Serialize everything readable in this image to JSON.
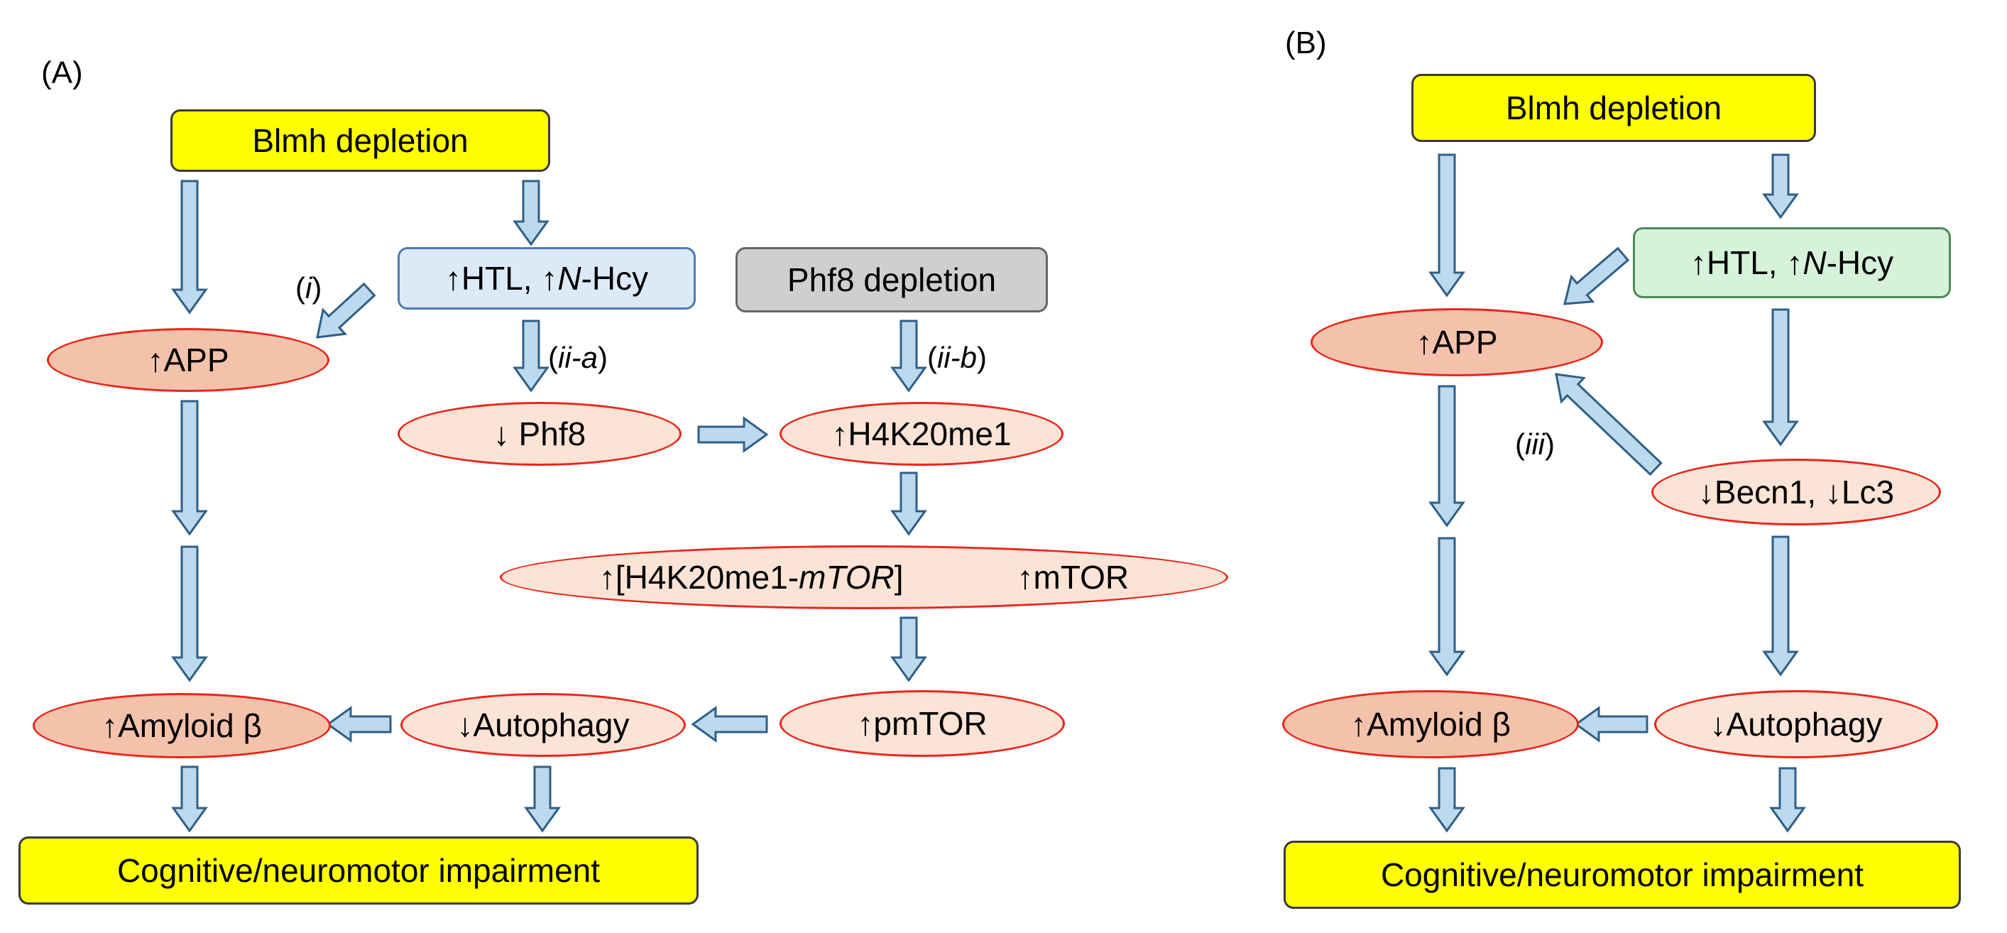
{
  "panel_a": {
    "label": "(A)",
    "blmh": "Blmh depletion",
    "htl_pre": "↑HTL, ↑",
    "htl_n": "N",
    "htl_post": "-Hcy",
    "phf8_dep": "Phf8 depletion",
    "app": "↑APP",
    "phf8": "↓ Phf8",
    "h4k": "↑H4K20me1",
    "h4k_mtor_pre": "↑[H4K20me1-",
    "h4k_mtor_gene": "mTOR",
    "h4k_mtor_post": "]",
    "mtor": "↑mTOR",
    "pmtor": "↑pmTOR",
    "autophagy": "↓Autophagy",
    "amyloid": "↑Amyloid β",
    "cognitive": "Cognitive/neuromotor impairment",
    "step_i": "i",
    "step_iia": "ii-a",
    "step_iib": "ii-b"
  },
  "panel_b": {
    "label": "(B)",
    "blmh": "Blmh depletion",
    "htl_pre": "↑HTL, ↑",
    "htl_n": "N",
    "htl_post": "-Hcy",
    "app": "↑APP",
    "becn": "↓Becn1, ↓Lc3",
    "autophagy": "↓Autophagy",
    "amyloid": "↑Amyloid β",
    "cognitive": "Cognitive/neuromotor impairment",
    "step_iii": "iii"
  },
  "colors": {
    "yellow": "#ffff00",
    "arrow_fill": "#bcd9ee",
    "arrow_stroke": "#2f5f86",
    "ellipse_border": "#e8261c"
  }
}
